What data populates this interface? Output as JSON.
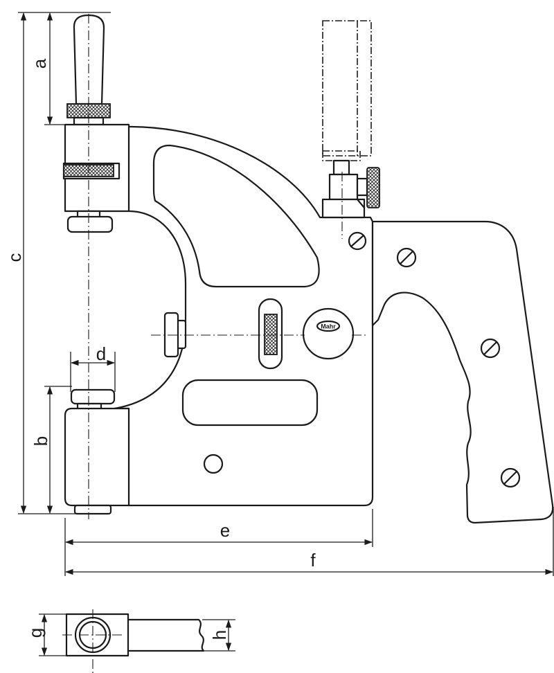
{
  "brand": {
    "logo_text": "Mahr"
  },
  "dimensions": {
    "a": "a",
    "b": "b",
    "c": "c",
    "d": "d",
    "e": "e",
    "f": "f",
    "g": "g",
    "h": "h"
  }
}
